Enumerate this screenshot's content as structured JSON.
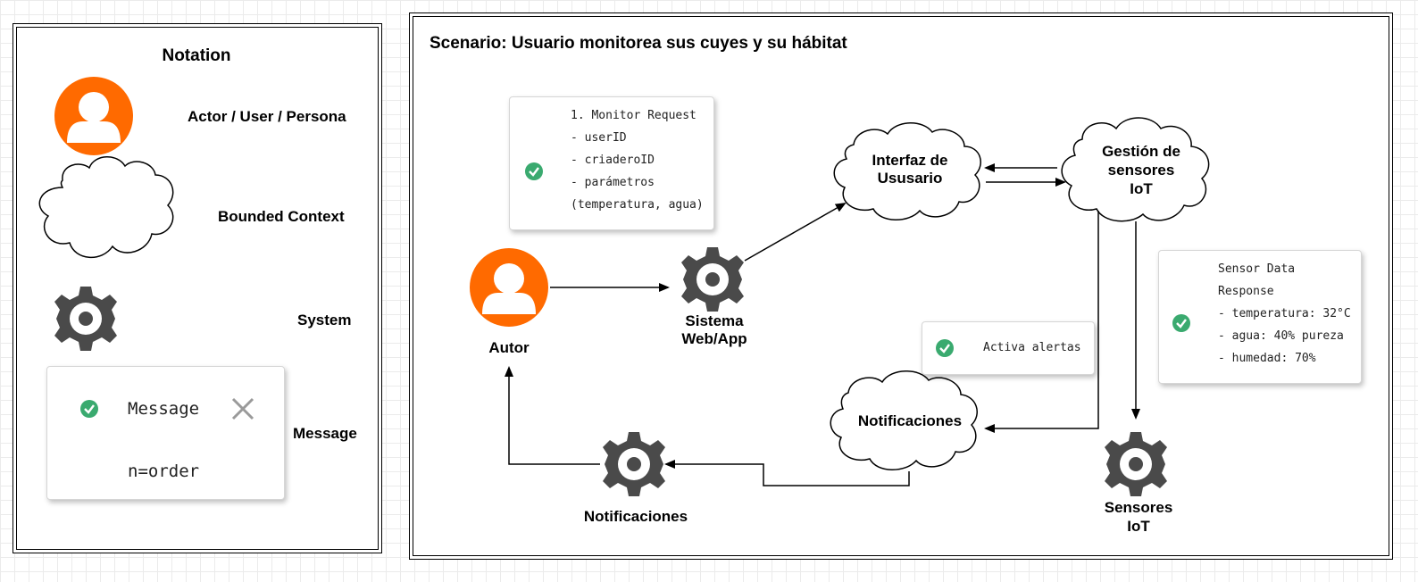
{
  "colors": {
    "actor": "#FF6A00",
    "gear": "#4a4a4a",
    "check": "#3aaa6f",
    "line": "#000000"
  },
  "notation": {
    "title": "Notation",
    "actor_label": "Actor / User / Persona",
    "bounded_context_label": "Bounded Context",
    "system_label": "System",
    "message_label": "Message",
    "message_card": {
      "text": "Message",
      "order": "n=order"
    }
  },
  "scenario": {
    "title": "Scenario: Usuario monitorea sus cuyes y su hábitat",
    "actor": "Autor",
    "system_web": {
      "line1": "Sistema",
      "line2": "Web/App"
    },
    "system_notif": "Notificaciones",
    "system_sensors": {
      "line1": "Sensores",
      "line2": "IoT"
    },
    "bc_interfaz": {
      "line1": "Interfaz de",
      "line2": "Ususario"
    },
    "bc_gestion": {
      "line1": "Gestión de",
      "line2": "sensores",
      "line3": "IoT"
    },
    "bc_notif": "Notificaciones",
    "msg_monitor": [
      "1. Monitor Request",
      "- userID",
      "- criaderoID",
      "- parámetros",
      "(temperatura, agua)"
    ],
    "msg_alertas": "Activa alertas",
    "msg_sensor": [
      "Sensor Data",
      "Response",
      "- temperatura: 32°C",
      "- agua: 40% pureza",
      "- humedad: 70%"
    ]
  }
}
